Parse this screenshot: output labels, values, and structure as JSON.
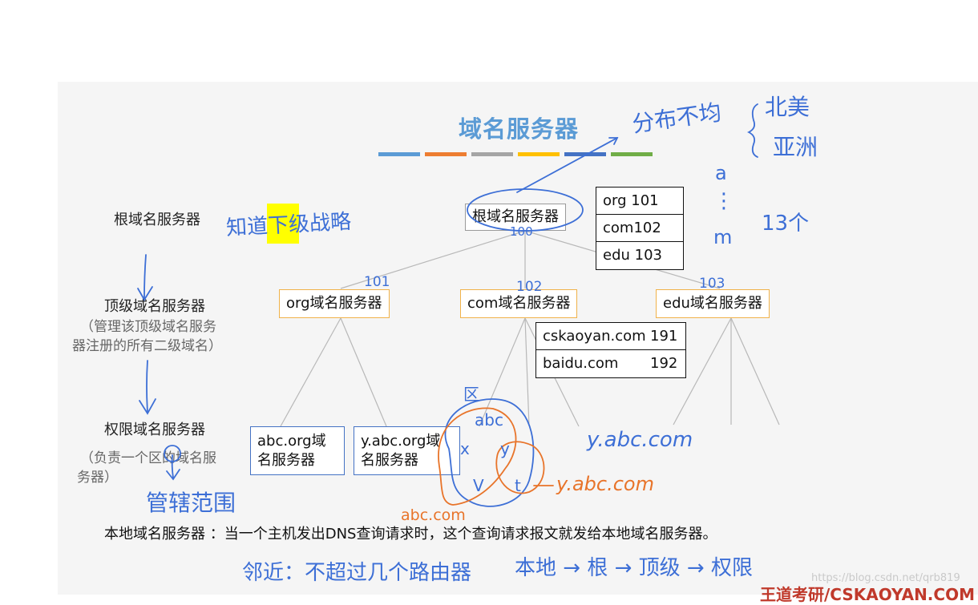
{
  "title": "域名服务器",
  "title_bar_colors": [
    "#5b9bd5",
    "#ed7d31",
    "#a5a5a5",
    "#ffc000",
    "#4472c4",
    "#70ad47"
  ],
  "levels": {
    "root": "根域名服务器",
    "tld": "顶级域名服务器",
    "tld_note_1": "（管理该顶级域名服务",
    "tld_note_2": "器注册的所有二级域名）",
    "auth": "权限域名服务器",
    "auth_note_1": "（负责一个区的域名服",
    "auth_note_2": "务器）"
  },
  "boxes": {
    "root_server": "根域名服务器",
    "org_server": "org域名服务器",
    "com_server": "com域名服务器",
    "edu_server": "edu域名服务器",
    "abc_org_1": "abc.org域",
    "abc_org_2": "名服务器",
    "y_abc_org_1": "y.abc.org域",
    "y_abc_org_2": "名服务器"
  },
  "root_table": [
    "org 101",
    "com102",
    "edu 103"
  ],
  "com_table": [
    {
      "domain": "cskaoyan.com",
      "ip": "191"
    },
    {
      "domain": "baidu.com",
      "ip": "192"
    }
  ],
  "local_line": "本地域名服务器 ：当一个主机发出DNS查询请求时，这个查询请求报文就发给本地域名服务器。",
  "annotations": {
    "distributed": "分布不均",
    "continents_1": "北美",
    "continents_2": "亚洲",
    "knows_next": "知道下级战略",
    "node_a": "a",
    "dots": "⋮",
    "node_m": "m",
    "thirteen": "13个",
    "num_100": "100",
    "num_101": "101",
    "num_102": "102",
    "num_103": "103",
    "zone": "区",
    "abc": "abc",
    "x": "x",
    "y": "y",
    "v": "V",
    "t": "t",
    "abc_com": "abc.com",
    "y_abc_com_1": "y.abc.com",
    "y_abc_com_2": "y.abc.com",
    "manage_range": "管辖范围",
    "proximity": "邻近：不超过几个路由器",
    "chain": "本地 → 根 → 顶级 → 权限"
  },
  "watermark": "https://blog.csdn.net/qrb819",
  "brand": "王道考研/CSKAOYAN.COM"
}
